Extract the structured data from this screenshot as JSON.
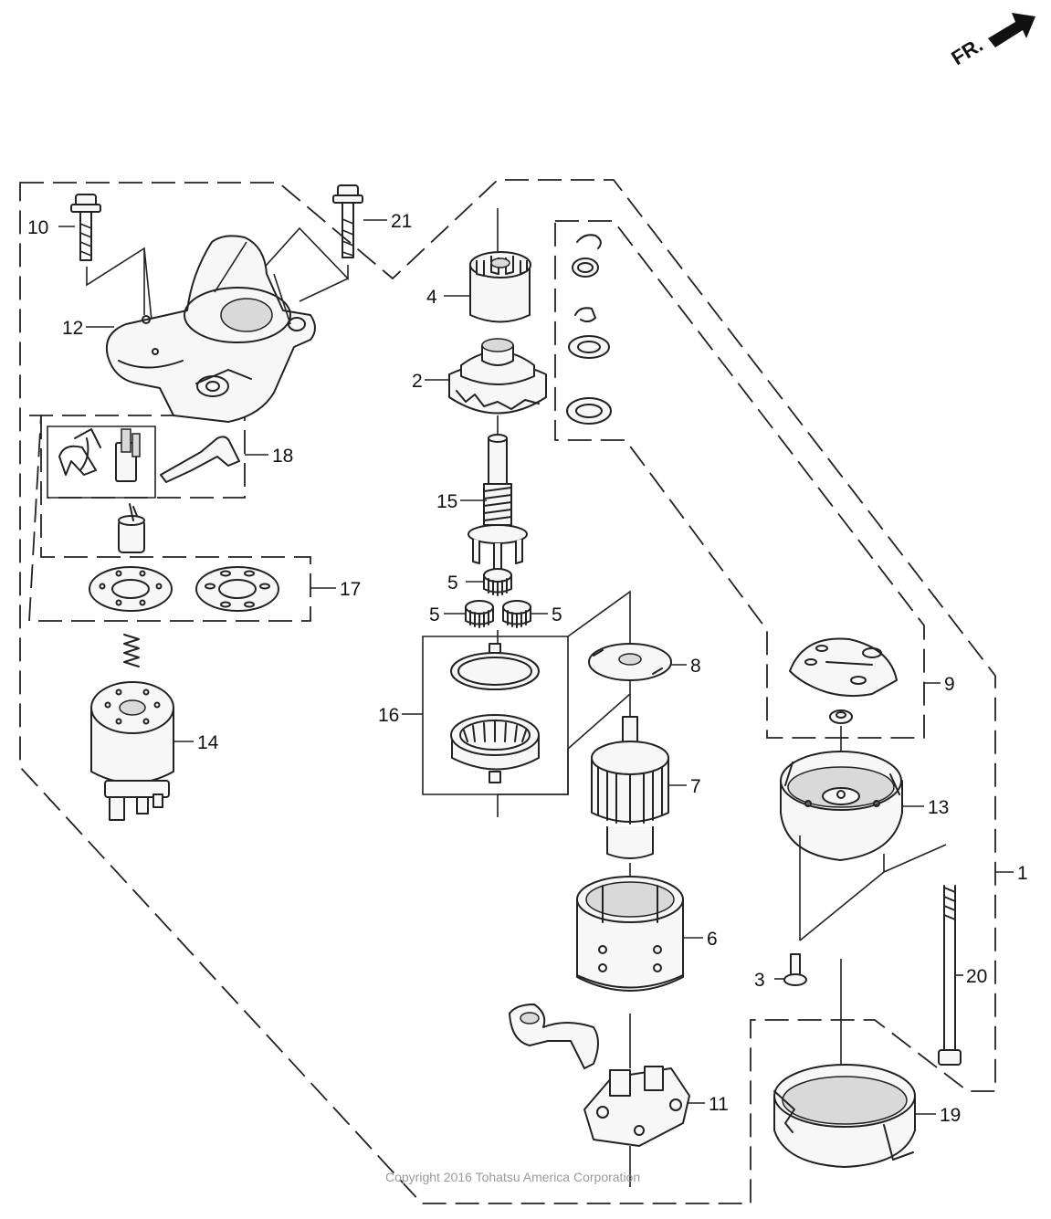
{
  "direction_indicator": {
    "label": "FR.",
    "icon": "arrow-icon"
  },
  "callouts": {
    "p1": "1",
    "p2": "2",
    "p3": "3",
    "p4": "4",
    "p5a": "5",
    "p5b": "5",
    "p5c": "5",
    "p6": "6",
    "p7": "7",
    "p8": "8",
    "p9": "9",
    "p10": "10",
    "p11": "11",
    "p12": "12",
    "p13": "13",
    "p14": "14",
    "p15": "15",
    "p16": "16",
    "p17": "17",
    "p18": "18",
    "p19": "19",
    "p20": "20",
    "p21": "21"
  },
  "copyright": "Copyright 2016 Tohatsu America Corporation"
}
